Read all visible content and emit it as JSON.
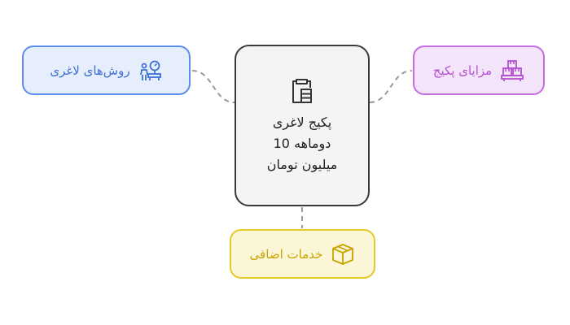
{
  "center": {
    "lines": "پکیج لاغری\nدوماهه 10\nمیلیون تومان",
    "icon": "clipboard-list-icon"
  },
  "nodes": {
    "methods": {
      "label": "روش‌های لاغری",
      "icon": "weight-scale-icon",
      "color": "#5c8dec"
    },
    "benefits": {
      "label": "مزایای پکیج",
      "icon": "boxes-stack-icon",
      "color": "#c56de0"
    },
    "services": {
      "label": "خدمات اضافی",
      "icon": "box-3d-icon",
      "color": "#e3c92a"
    }
  }
}
